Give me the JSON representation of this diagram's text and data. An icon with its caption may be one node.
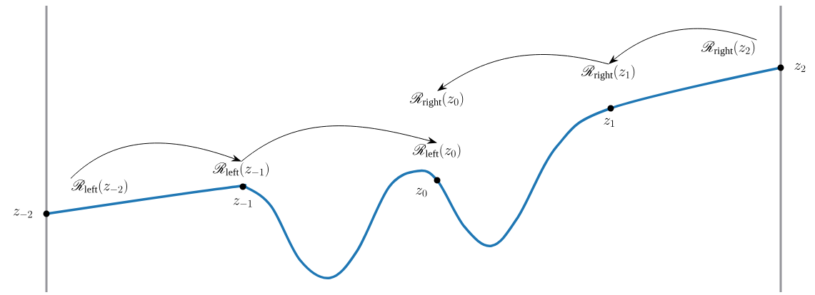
{
  "diagram": {
    "nodes": [
      {
        "text": [
          "\\mathscr{R}_{\\mathrm{left}}(z_{-2})"
        ]
      },
      {
        "text": [
          "\\mathscr{R}_{\\mathrm{left}}(z_{-1})"
        ]
      },
      {
        "text": [
          "\\mathscr{R}_{\\mathrm{left}}(z_{0})"
        ]
      },
      {
        "text": [
          "\\mathscr{R}_{\\mathrm{right}}(z_{2})"
        ]
      },
      {
        "text": [
          "\\mathscr{R}_{\\mathrm{right}}(z_{1})"
        ]
      },
      {
        "text": [
          "\\mathscr{R}_{\\mathrm{right}}(z_{0})"
        ]
      }
    ],
    "edges": [
      {
        "from": 0,
        "to": 1,
        "arrow": "to"
      },
      {
        "from": 1,
        "to": 2,
        "arrow": "to"
      },
      {
        "from": 3,
        "to": 4,
        "arrow": "to"
      },
      {
        "from": 4,
        "to": 5,
        "arrow": "to"
      }
    ],
    "labels": [
      "z_{-2}",
      "z_{-1}",
      "z_{0}",
      "z_{1}",
      "z_{2}"
    ]
  }
}
